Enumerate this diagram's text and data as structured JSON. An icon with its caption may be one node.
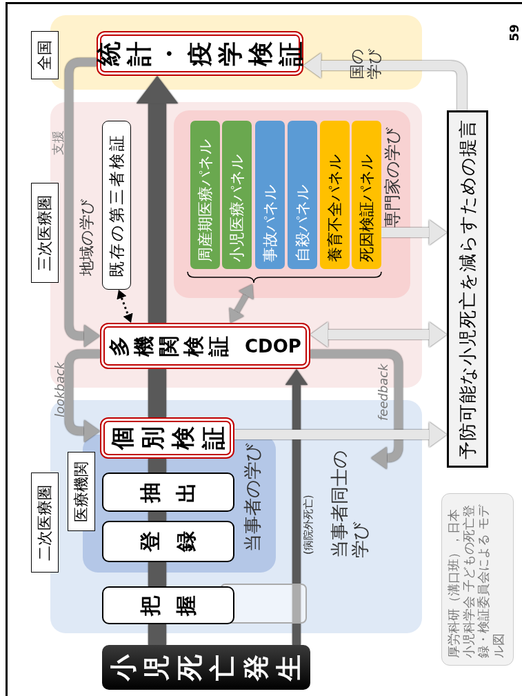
{
  "diagram": {
    "nodes": [
      {
        "text": [
          "全国",
          "国の学び"
        ]
      },
      {
        "text": [
          "統計・疫学検証"
        ],
        "in": 0
      },
      {
        "text": [
          "三次医療圏",
          "地域の学び"
        ]
      },
      {
        "text": [
          "既存の第三者検証"
        ],
        "in": 2
      },
      {
        "text": [
          "専門家の学び"
        ],
        "in": 2
      },
      {
        "text": [
          "周産期医療パネル"
        ],
        "in": 4
      },
      {
        "text": [
          "小児医療パネル"
        ],
        "in": 4
      },
      {
        "text": [
          "事故パネル"
        ],
        "in": 4
      },
      {
        "text": [
          "自殺パネル"
        ],
        "in": 4
      },
      {
        "text": [
          "養育不全パネル"
        ],
        "in": 4
      },
      {
        "text": [
          "死因検証パネル"
        ],
        "in": 4
      },
      {
        "text": [
          "多機関検証 CDOP"
        ],
        "in": 2
      },
      {
        "text": [
          "二次医療圏",
          "当事者同士の学び"
        ]
      },
      {
        "text": [
          "医療機関",
          "当事者の学び"
        ],
        "in": 12
      },
      {
        "text": [
          "個別検証"
        ],
        "in": 12
      },
      {
        "text": [
          "抽出"
        ],
        "in": 13
      },
      {
        "text": [
          "登録"
        ],
        "in": 13
      },
      {
        "text": [
          "把握"
        ],
        "in": 12
      },
      {
        "text": [
          "小児死亡発生"
        ]
      },
      {
        "text": [
          "予防可能な小児死亡を減らすための提言"
        ]
      },
      {
        "text": [
          "厚労科研（溝口班），日本小児科学会 子どもの死亡登録・検証委員会による モデル図"
        ]
      }
    ],
    "edges": [
      {
        "from": 11,
        "to": 1,
        "arrow": "to",
        "style": "thick",
        "color": "#595959"
      },
      {
        "from": 18,
        "to": 11,
        "arrow": "to",
        "label": "(病院外死亡)",
        "color": "#595959"
      },
      {
        "from": 1,
        "to": 11,
        "arrow": "to",
        "label": "支援"
      },
      {
        "from": 11,
        "to": 14,
        "arrow": "to",
        "label": "lookback"
      },
      {
        "from": 11,
        "to": 12,
        "arrow": "to",
        "label": "feedback"
      },
      {
        "from": 3,
        "to": 11,
        "arrow": "both",
        "style": "dashed",
        "color": "#000000"
      },
      {
        "from": 4,
        "to": 11,
        "arrow": "both"
      },
      {
        "from": 19,
        "to": 1,
        "arrow": "to",
        "color": "#e6e6e6"
      },
      {
        "from": 10,
        "to": 19,
        "arrow": "to",
        "color": "#e6e6e6"
      },
      {
        "from": 11,
        "to": 19,
        "arrow": "both",
        "color": "#e6e6e6"
      },
      {
        "from": 14,
        "to": 19,
        "arrow": "to",
        "color": "#e6e6e6"
      },
      {
        "from": 18,
        "to": 17,
        "arrow": "none",
        "style": "thick",
        "color": "#595959"
      },
      {
        "from": 17,
        "to": 16,
        "arrow": "none",
        "style": "thick",
        "color": "#595959"
      },
      {
        "from": 16,
        "to": 15,
        "arrow": "none",
        "style": "thick",
        "color": "#595959"
      },
      {
        "from": 15,
        "to": 14,
        "arrow": "none",
        "style": "thick",
        "color": "#595959"
      },
      {
        "from": 14,
        "to": 11,
        "arrow": "none",
        "style": "thick",
        "color": "#595959"
      }
    ],
    "labels": [
      "59"
    ]
  }
}
